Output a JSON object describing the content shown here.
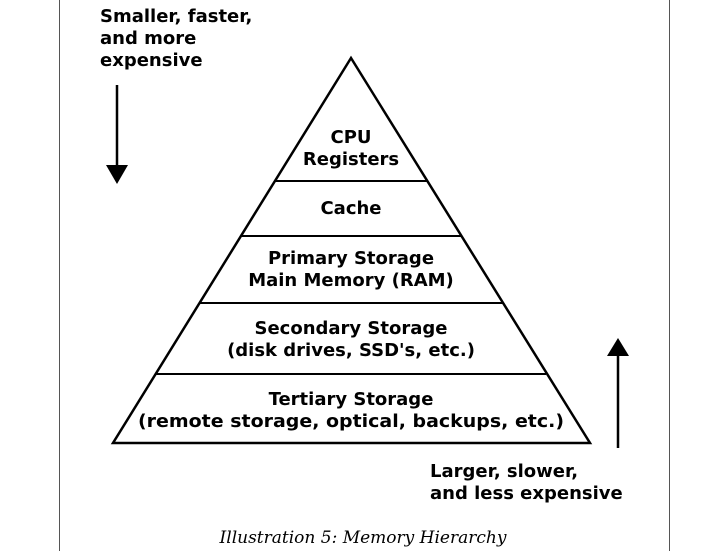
{
  "top_note": {
    "lines": [
      "Smaller, faster,",
      "and more",
      "expensive"
    ]
  },
  "bottom_note": {
    "lines": [
      "Larger, slower,",
      "and less expensive"
    ]
  },
  "tiers": [
    {
      "lines": [
        "CPU",
        "Registers"
      ]
    },
    {
      "lines": [
        "Cache"
      ]
    },
    {
      "lines": [
        "Primary Storage",
        "Main Memory (RAM)"
      ]
    },
    {
      "lines": [
        "Secondary Storage",
        "(disk drives, SSD's, etc.)"
      ]
    },
    {
      "lines": [
        "Tertiary Storage",
        "(remote storage, optical, backups, etc.)"
      ]
    }
  ],
  "caption": "Illustration 5: Memory Hierarchy",
  "colors": {
    "stroke": "#000000",
    "frame": "#555555",
    "background": "#ffffff"
  }
}
